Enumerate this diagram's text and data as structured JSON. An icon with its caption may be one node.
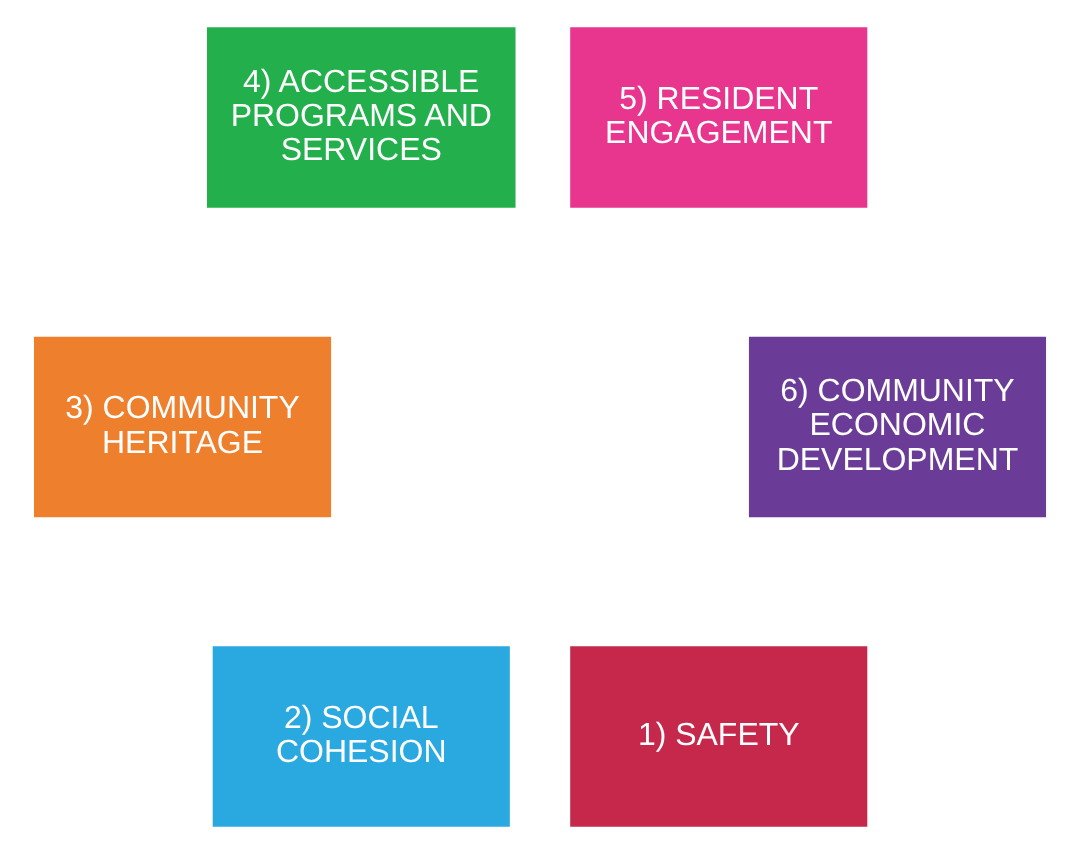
{
  "diagram": {
    "nodes": [
      {
        "text": [
          "1) SAFETY"
        ]
      },
      {
        "text": [
          "2) SOCIAL COHESION"
        ]
      },
      {
        "text": [
          "3) COMMUNITY HERITAGE"
        ]
      },
      {
        "text": [
          "4) ACCESSIBLE PROGRAMS AND SERVICES"
        ]
      },
      {
        "text": [
          "5) RESIDENT ENGAGEMENT"
        ]
      },
      {
        "text": [
          "6) COMMUNITY ECONOMIC DEVELOPMENT"
        ]
      }
    ]
  }
}
